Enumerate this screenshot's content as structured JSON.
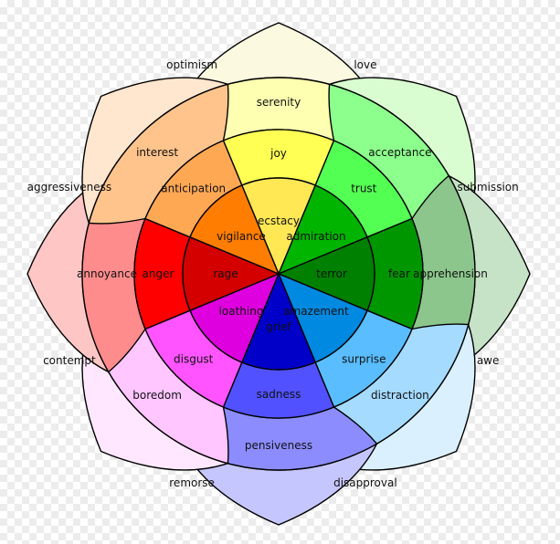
{
  "petals": [
    {
      "name": "joy",
      "labels": [
        "serenity",
        "joy",
        "ecstacy"
      ],
      "colors": [
        "#ffffb1",
        "#ffff54",
        "#ffe854",
        "#fbf9e0"
      ]
    },
    {
      "name": "trust",
      "labels": [
        "acceptance",
        "trust",
        "admiration"
      ],
      "colors": [
        "#8cff8c",
        "#54ff54",
        "#00b400",
        "#d9fdd0"
      ]
    },
    {
      "name": "fear",
      "labels": [
        "apprehension",
        "fear",
        "terror"
      ],
      "colors": [
        "#8cc68c",
        "#009600",
        "#008000",
        "#c7e3c7"
      ]
    },
    {
      "name": "surprise",
      "labels": [
        "distraction",
        "surprise",
        "amazement"
      ],
      "colors": [
        "#a5dbff",
        "#59bdff",
        "#0089e0",
        "#dbf0ff"
      ]
    },
    {
      "name": "sadness",
      "labels": [
        "pensiveness",
        "sadness",
        "grief"
      ],
      "colors": [
        "#8c8cff",
        "#5151ff",
        "#0000c8",
        "#c6c6ff"
      ]
    },
    {
      "name": "disgust",
      "labels": [
        "boredom",
        "disgust",
        "loathing"
      ],
      "colors": [
        "#ffc6ff",
        "#ff54ff",
        "#de00de",
        "#ffe8ff"
      ]
    },
    {
      "name": "anger",
      "labels": [
        "annoyance",
        "anger",
        "rage"
      ],
      "colors": [
        "#ff8c8c",
        "#ff0000",
        "#d40000",
        "#ffc6c6"
      ]
    },
    {
      "name": "anticipation",
      "labels": [
        "interest",
        "anticipation",
        "vigilance"
      ],
      "colors": [
        "#ffc48c",
        "#ffa854",
        "#ff7d00",
        "#ffe6cf"
      ]
    }
  ],
  "dyads": [
    "love",
    "submission",
    "awe",
    "disapproval",
    "remorse",
    "contempt",
    "aggressiveness",
    "optimism"
  ]
}
